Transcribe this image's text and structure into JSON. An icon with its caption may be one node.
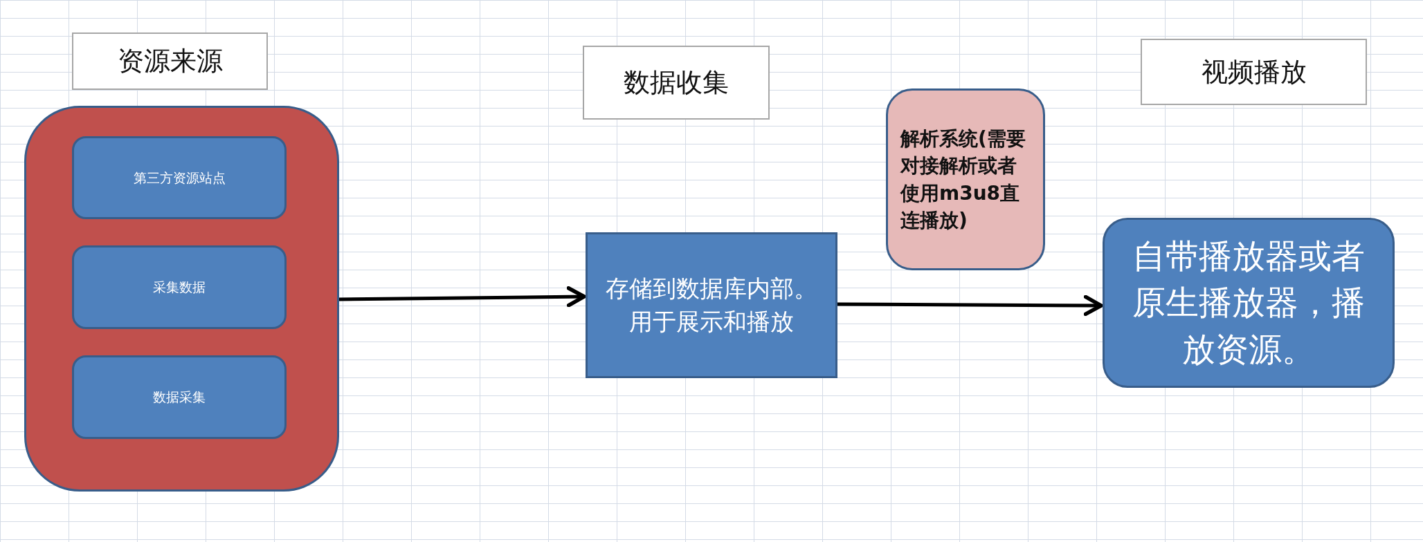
{
  "diagram": {
    "nodes": [
      {
        "text": [
          "资源来源"
        ]
      },
      {
        "text": [
          "第三方资源站点"
        ],
        "in": 0
      },
      {
        "text": [
          "采集数据"
        ],
        "in": 0
      },
      {
        "text": [
          "数据采集"
        ],
        "in": 0
      },
      {
        "text": [
          "数据收集",
          "存储到数据库内部。用于展示和播放"
        ]
      },
      {
        "text": [
          "解析系统(需要对接解析或者使用m3u8直连播放)"
        ]
      },
      {
        "text": [
          "视频播放",
          "自带播放器或者原生播放器，播放资源。"
        ]
      }
    ],
    "edges": [
      {
        "from": 0,
        "to": 4,
        "arrow": "to"
      },
      {
        "from": 4,
        "to": 6,
        "arrow": "to"
      }
    ]
  }
}
